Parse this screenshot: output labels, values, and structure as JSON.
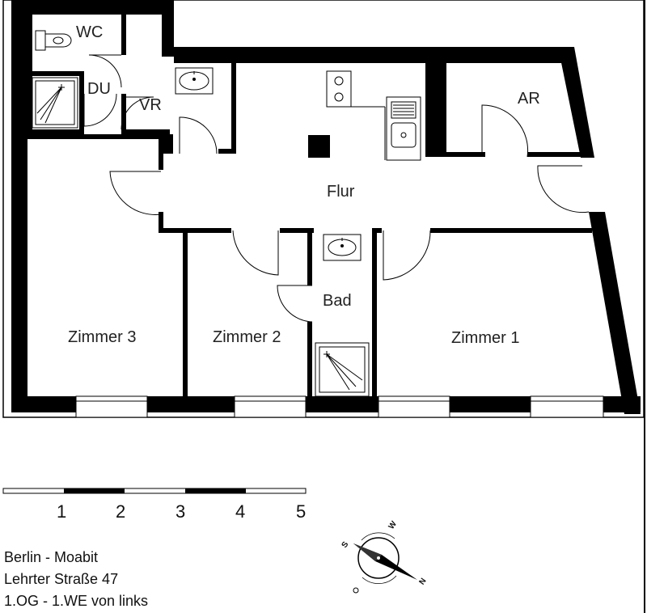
{
  "rooms": {
    "wc": "WC",
    "du": "DU",
    "vr": "VR",
    "ar": "AR",
    "flur": "Flur",
    "bad": "Bad",
    "zimmer3": "Zimmer 3",
    "zimmer2": "Zimmer 2",
    "zimmer1": "Zimmer 1"
  },
  "scale_bar": {
    "labels": [
      "1",
      "2",
      "3",
      "4",
      "5"
    ]
  },
  "compass": {
    "north": "N",
    "south": "S"
  },
  "address": {
    "line1": "Berlin - Moabit",
    "line2": "Lehrter Straße 47",
    "line3": "1.OG - 1.WE von links"
  }
}
